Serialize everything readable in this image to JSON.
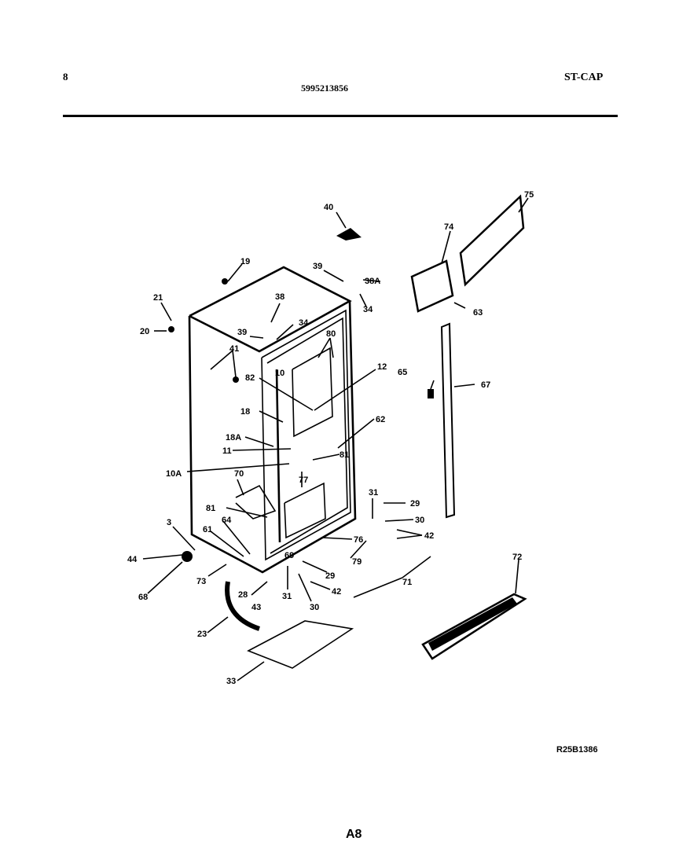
{
  "header": {
    "page_number": "8",
    "part_number": "5995213856",
    "model_code": "ST-CAP"
  },
  "diagram": {
    "drawing_code": "R25B1386",
    "page_label": "A8",
    "callouts": [
      "40",
      "75",
      "74",
      "19",
      "39",
      "38A",
      "34",
      "38",
      "21",
      "20",
      "39",
      "34",
      "80",
      "41",
      "82",
      "10",
      "12",
      "65",
      "67",
      "63",
      "18",
      "62",
      "18A",
      "11",
      "81",
      "10A",
      "77",
      "70",
      "31",
      "29",
      "81",
      "30",
      "64",
      "42",
      "61",
      "76",
      "3",
      "44",
      "79",
      "68",
      "73",
      "29",
      "42",
      "71",
      "69",
      "28",
      "31",
      "30",
      "43",
      "72",
      "23",
      "33"
    ]
  }
}
